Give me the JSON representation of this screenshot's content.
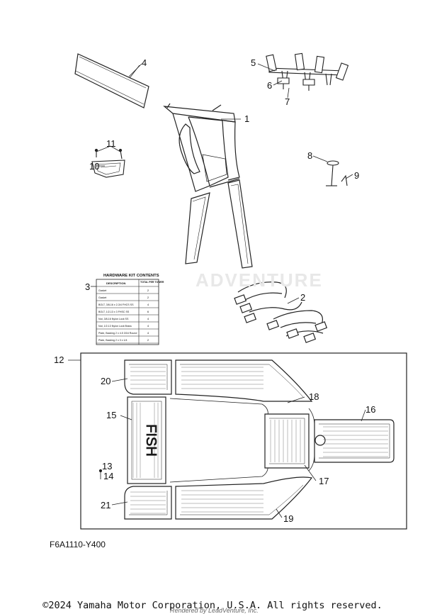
{
  "callouts": [
    "1",
    "2",
    "3",
    "4",
    "5",
    "6",
    "7",
    "8",
    "9",
    "10",
    "11",
    "12",
    "13",
    "14",
    "15",
    "16",
    "17",
    "18",
    "19",
    "20",
    "21"
  ],
  "hardware_table": {
    "title": "HARDWARE KIT CONTENTS",
    "headers": [
      "DESCRIPTION",
      "TOTAL PER TOWER"
    ],
    "rows": [
      [
        "Gasket",
        "2"
      ],
      [
        "Gasket",
        "2"
      ],
      [
        "BOLT, 3/8-16 x 2-3/4 FHCS SS",
        "4"
      ],
      [
        "BOLT, 1/2-13 x 3 FHSC SS",
        "6"
      ],
      [
        "Nut, 3/8-16 Nylon Lock SS",
        "4"
      ],
      [
        "Nut, 1/2-13 Nylon Lock Brass",
        "4"
      ],
      [
        "Plate, Backing 2 x 4.5 3/16 Round",
        "4"
      ],
      [
        "Plate, Backing 2 x 3 x 1/4",
        "2"
      ]
    ]
  },
  "mat_text": "FISH",
  "watermark": "ADVENTURE",
  "figure_id": "F6A1110-Y400",
  "copyright": "©2024 Yamaha Motor Corporation, U.S.A. All rights reserved.",
  "rendered_by": "Rendered by LeadVenture, Inc."
}
